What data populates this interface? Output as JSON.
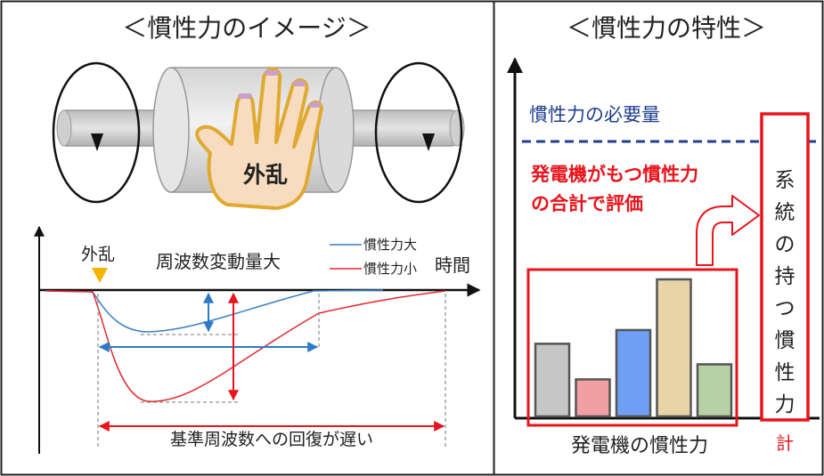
{
  "left_panel": {
    "title": "＜慣性力のイメージ＞",
    "hand_label": "外乱",
    "graph": {
      "disturbance_label": "外乱",
      "freq_change_label": "周波数変動量大",
      "time_label": "時間",
      "recovery_label": "基準周波数への回復が遅い",
      "legend": [
        {
          "label": "慣性力大",
          "color": "#3a7fc4"
        },
        {
          "label": "慣性力小",
          "color": "#e8262b"
        }
      ]
    }
  },
  "right_panel": {
    "title": "＜慣性力の特性＞",
    "required_label": "慣性力の必要量",
    "eval_line1": "発電機がもつ慣性力",
    "eval_line2": "の合計で評価",
    "system_label": "系統の持つ慣性力",
    "generator_label": "発電機の慣性力",
    "total_label": "計"
  },
  "colors": {
    "required_line": "#1f3f8f",
    "highlight": "#e8141b",
    "frame": "#222222"
  },
  "chart_data": {
    "type": "bar",
    "categories": [],
    "values": [
      0.53,
      0.27,
      0.63,
      1.0,
      0.38
    ],
    "colors": [
      "#c6c6c6",
      "#f0a0a3",
      "#6e9ff4",
      "#e8d4a6",
      "#b6d1a4"
    ],
    "title": "",
    "xlabel": "発電機の慣性力",
    "ylabel": ""
  }
}
